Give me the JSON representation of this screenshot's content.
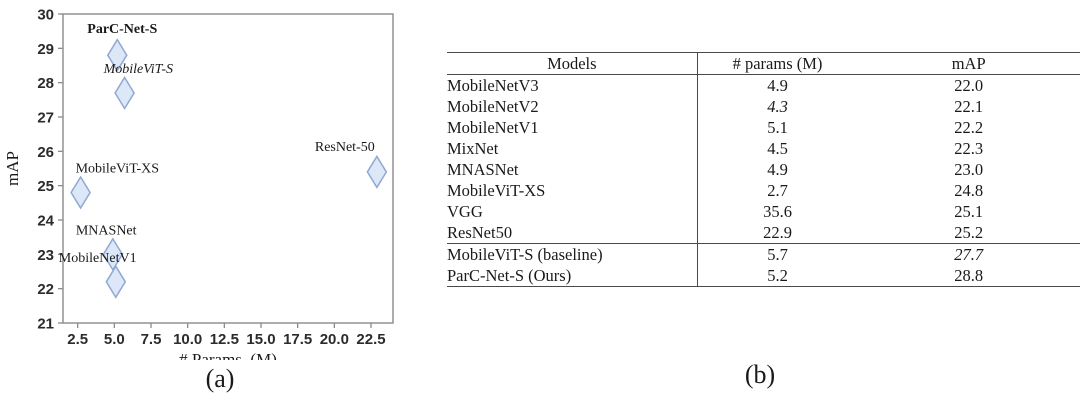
{
  "figure": {
    "panel_a_caption": "(a)",
    "panel_b_caption": "(b)"
  },
  "chart_data": {
    "type": "scatter",
    "title": "",
    "xlabel": "# Params. (M)",
    "ylabel": "mAP",
    "xlim": [
      1.5,
      24.0
    ],
    "ylim": [
      21,
      30
    ],
    "grid": false,
    "legend": "none",
    "xticks": [
      "2.5",
      "5.0",
      "7.5",
      "10.0",
      "12.5",
      "15.0",
      "17.5",
      "20.0",
      "22.5"
    ],
    "xtick_values": [
      2.5,
      5.0,
      7.5,
      10.0,
      12.5,
      15.0,
      17.5,
      20.0,
      22.5
    ],
    "yticks": [
      "21",
      "22",
      "23",
      "24",
      "25",
      "26",
      "27",
      "28",
      "29",
      "30"
    ],
    "ytick_values": [
      21,
      22,
      23,
      24,
      25,
      26,
      27,
      28,
      29,
      30
    ],
    "marker": "diamond",
    "marker_fill": "#dce7f7",
    "marker_stroke": "#8fa9d4",
    "points": [
      {
        "label": "ParC-Net-S",
        "x": 5.2,
        "y": 28.8,
        "style": "bold",
        "label_dx": -30,
        "label_dy": -22
      },
      {
        "label": "MobileViT-S",
        "x": 5.7,
        "y": 27.7,
        "style": "italic",
        "label_dx": -21,
        "label_dy": -20
      },
      {
        "label": "ResNet-50",
        "x": 22.9,
        "y": 25.4,
        "style": "normal",
        "label_dx": -62,
        "label_dy": -21
      },
      {
        "label": "MobileViT-XS",
        "x": 2.7,
        "y": 24.8,
        "style": "normal",
        "label_dx": -5,
        "label_dy": -20
      },
      {
        "label": "MNASNet",
        "x": 4.9,
        "y": 23.0,
        "style": "normal",
        "label_dx": -37,
        "label_dy": -20
      },
      {
        "label": "MobileNetV1",
        "x": 5.1,
        "y": 22.2,
        "style": "normal",
        "label_dx": -57,
        "label_dy": -20
      }
    ]
  },
  "table": {
    "columns": [
      "Models",
      "# params (M)",
      "mAP"
    ],
    "rows": [
      {
        "model": "MobileNetV3",
        "params": "4.9",
        "params_style": "normal",
        "map": "22.0",
        "map_style": "normal"
      },
      {
        "model": "MobileNetV2",
        "params": "4.3",
        "params_style": "italic",
        "map": "22.1",
        "map_style": "normal"
      },
      {
        "model": "MobileNetV1",
        "params": "5.1",
        "params_style": "normal",
        "map": "22.2",
        "map_style": "normal"
      },
      {
        "model": "MixNet",
        "params": "4.5",
        "params_style": "normal",
        "map": "22.3",
        "map_style": "normal"
      },
      {
        "model": "MNASNet",
        "params": "4.9",
        "params_style": "normal",
        "map": "23.0",
        "map_style": "normal"
      },
      {
        "model": "MobileViT-XS",
        "params": "2.7",
        "params_style": "bold",
        "map": "24.8",
        "map_style": "normal"
      },
      {
        "model": "VGG",
        "params": "35.6",
        "params_style": "normal",
        "map": "25.1",
        "map_style": "normal"
      },
      {
        "model": "ResNet50",
        "params": "22.9",
        "params_style": "normal",
        "map": "25.2",
        "map_style": "normal"
      },
      {
        "model": "MobileViT-S (baseline)",
        "params": "5.7",
        "params_style": "normal",
        "map": "27.7",
        "map_style": "italic"
      },
      {
        "model": "ParC-Net-S (Ours)",
        "params": "5.2",
        "params_style": "normal",
        "map": "28.8",
        "map_style": "bold"
      }
    ],
    "section_break_before_row": 8
  }
}
